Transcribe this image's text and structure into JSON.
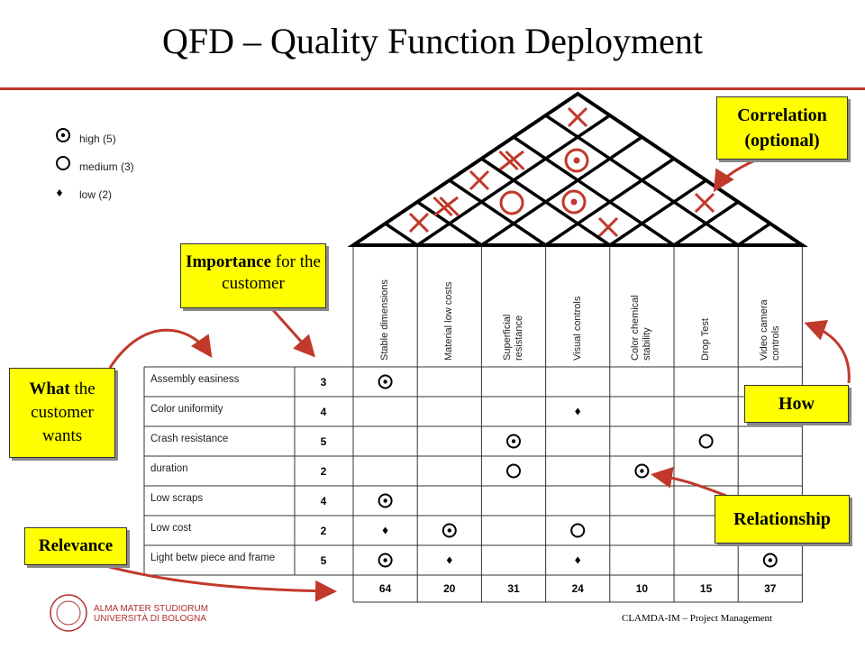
{
  "title": "QFD – Quality Function Deployment",
  "legend": [
    {
      "symbol": "high",
      "label": "high  (5)"
    },
    {
      "symbol": "medium",
      "label": "medium (3)"
    },
    {
      "symbol": "low",
      "label": "low  (2)"
    }
  ],
  "callouts": {
    "importance_bold": "Importance",
    "importance_rest": "for the customer",
    "what_bold": "What",
    "what_rest": "the customer wants",
    "relevance": "Relevance",
    "correlation": "Correlation (optional)",
    "how": "How",
    "relationship": "Relationship"
  },
  "columns": [
    "Stable dimensions",
    "Material low costs",
    "Superficial\nresistance",
    "Visual controls",
    "Color chemical\nstability",
    "Drop Test",
    "Video camera\ncontrols"
  ],
  "rows": [
    {
      "label": "Assembly easiness",
      "importance": "3",
      "cells": [
        "high",
        "",
        "",
        "",
        "",
        "",
        ""
      ]
    },
    {
      "label": "Color uniformity",
      "importance": "4",
      "cells": [
        "",
        "",
        "",
        "low",
        "",
        "",
        ""
      ]
    },
    {
      "label": "Crash resistance",
      "importance": "5",
      "cells": [
        "",
        "",
        "high",
        "",
        "",
        "medium",
        ""
      ]
    },
    {
      "label": "duration",
      "importance": "2",
      "cells": [
        "",
        "",
        "medium",
        "",
        "high",
        "",
        ""
      ]
    },
    {
      "label": "Low scraps",
      "importance": "4",
      "cells": [
        "high",
        "",
        "",
        "",
        "",
        "",
        ""
      ]
    },
    {
      "label": "Low cost",
      "importance": "2",
      "cells": [
        "low",
        "high",
        "",
        "medium",
        "",
        "",
        ""
      ]
    },
    {
      "label": "Light betw piece and frame",
      "importance": "5",
      "cells": [
        "high",
        "low",
        "",
        "low",
        "",
        "",
        "high"
      ]
    }
  ],
  "totals": [
    "64",
    "20",
    "31",
    "24",
    "10",
    "15",
    "37"
  ],
  "footer": "CLAMDA-IM – Project Management",
  "logo": {
    "line1": "ALMA MATER STUDIORUM",
    "line2": "UNIVERSITÀ DI BOLOGNA"
  },
  "colors": {
    "accent": "#c0392b",
    "callout": "#ffff00",
    "arrow": "#c0392b"
  }
}
